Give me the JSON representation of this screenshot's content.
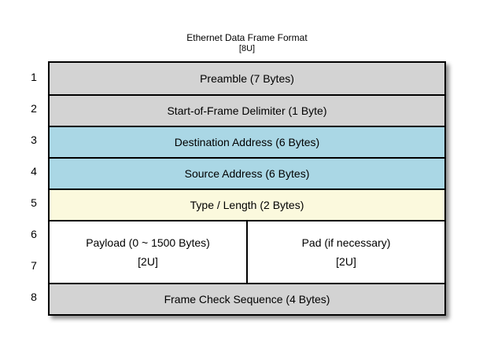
{
  "title": "Ethernet Data Frame Format",
  "subtitle": "[8U]",
  "colors": {
    "gray": "#d3d3d3",
    "blue": "#aad7e5",
    "yellow": "#fbf9dd",
    "white": "#ffffff",
    "border": "#000000"
  },
  "unit_labels": [
    "1",
    "2",
    "3",
    "4",
    "5",
    "6",
    "7",
    "8"
  ],
  "frame_fields": [
    {
      "label": "Preamble (7 Bytes)",
      "fill": "gray",
      "units": 1
    },
    {
      "label": "Start-of-Frame Delimiter (1 Byte)",
      "fill": "gray",
      "units": 1
    },
    {
      "label": "Destination Address (6 Bytes)",
      "fill": "blue",
      "units": 1
    },
    {
      "label": "Source Address (6 Bytes)",
      "fill": "blue",
      "units": 1
    },
    {
      "label": "Type / Length (2 Bytes)",
      "fill": "yellow",
      "units": 1
    },
    {
      "fill": "white",
      "units": 2,
      "cells": [
        {
          "label": "Payload (0 ~ 1500 Bytes)",
          "sublabel": "[2U]"
        },
        {
          "label": "Pad (if necessary)",
          "sublabel": "[2U]"
        }
      ]
    },
    {
      "label": "Frame Check Sequence (4 Bytes)",
      "fill": "gray",
      "units": 1
    }
  ]
}
